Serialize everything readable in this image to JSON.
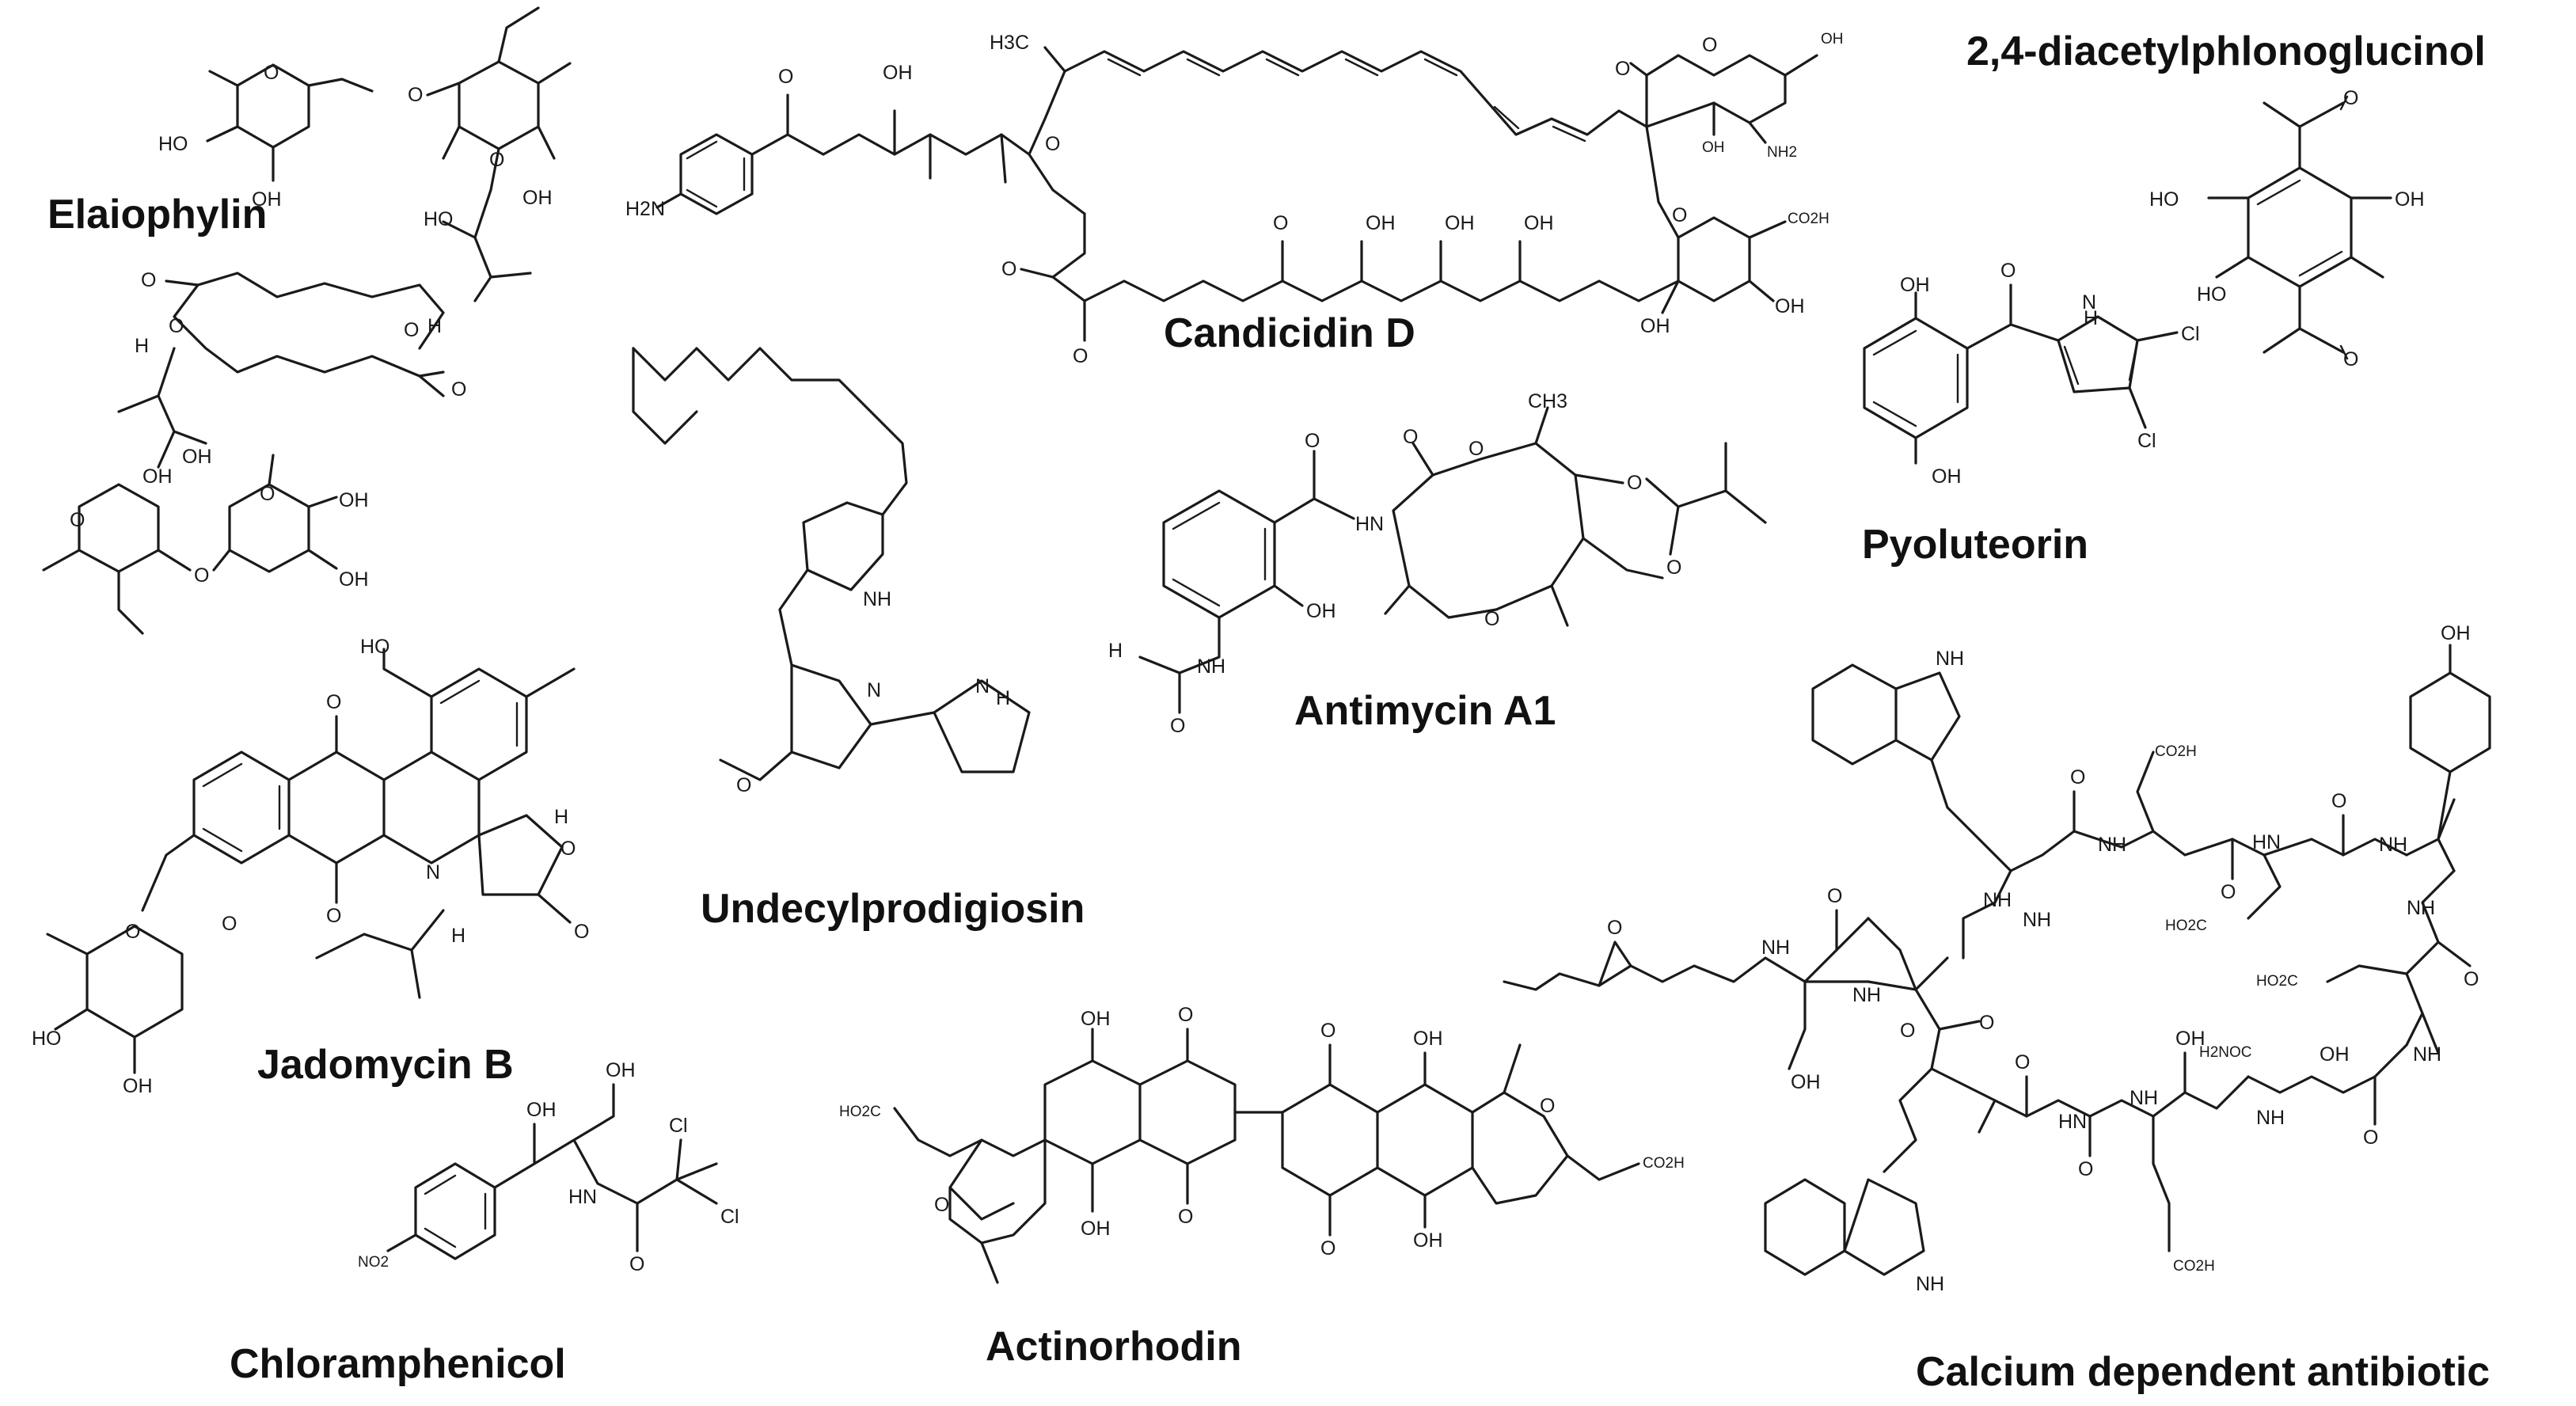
{
  "compounds": [
    {
      "id": "elaiophylin",
      "name": "Elaiophylin"
    },
    {
      "id": "candicidin",
      "name": "Candicidin D"
    },
    {
      "id": "dapg",
      "name": "2,4-diacetylphlonoglucinol"
    },
    {
      "id": "pyoluteorin",
      "name": "Pyoluteorin"
    },
    {
      "id": "undecylprodigiosin",
      "name": "Undecylprodigiosin"
    },
    {
      "id": "antimycin",
      "name": "Antimycin A1"
    },
    {
      "id": "jadomycin",
      "name": "Jadomycin B"
    },
    {
      "id": "cda",
      "name": "Calcium dependent antibiotic"
    },
    {
      "id": "chloramphenicol",
      "name": "Chloramphenicol"
    },
    {
      "id": "actinorhodin",
      "name": "Actinorhodin"
    }
  ],
  "atom_labels": {
    "oh": "OH",
    "ho": "HO",
    "o": "O",
    "h": "H",
    "n": "N",
    "nh": "NH",
    "hn": "HN",
    "h2n": "H2N",
    "nh2": "NH2",
    "co2h": "CO2H",
    "ho2c": "HO2C",
    "cl": "Cl",
    "no2": "NO2",
    "ch3": "CH3",
    "h3c": "H3C",
    "h2noc": "H2NOC"
  }
}
